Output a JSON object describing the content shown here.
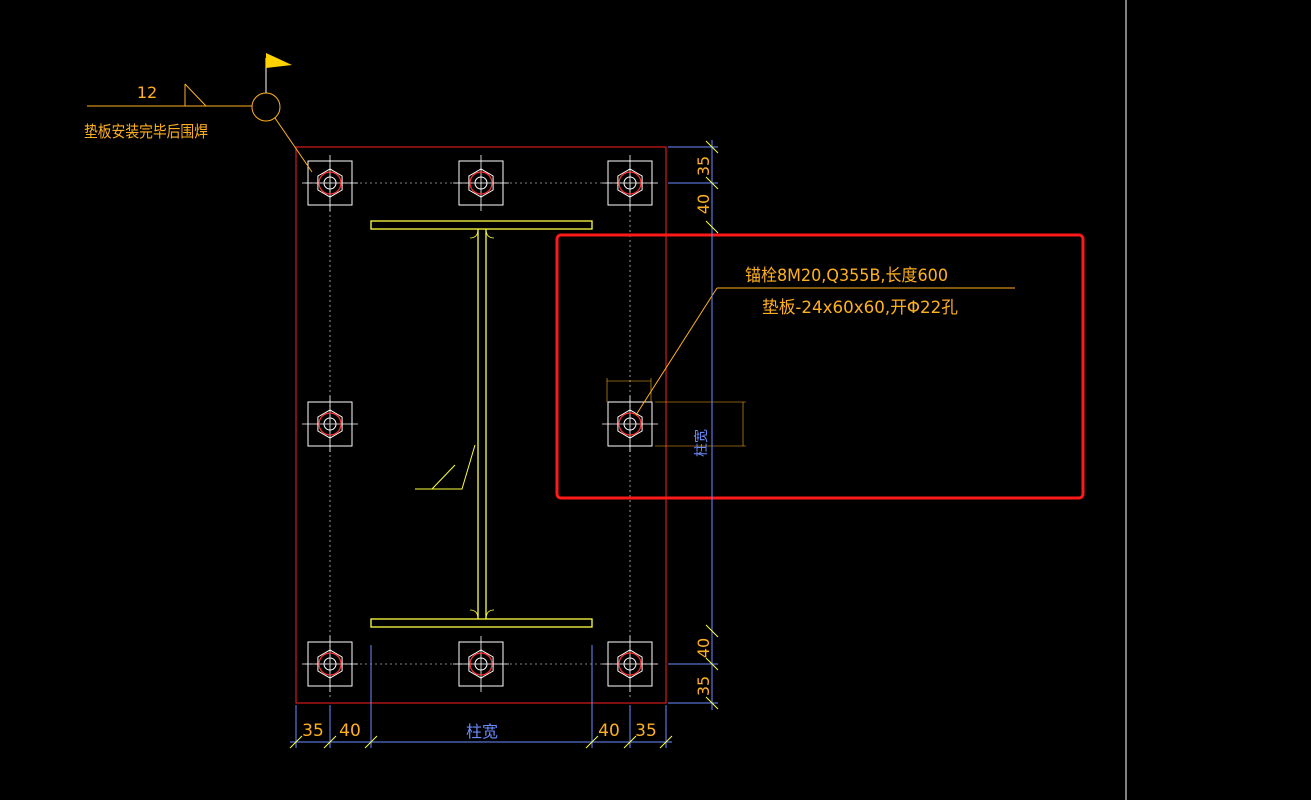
{
  "weld_note": {
    "weld_size": "12",
    "note": "垫板安装完毕后围焊"
  },
  "anchor_note": {
    "line1": "锚栓8M20,Q355B,长度600",
    "line2": "垫板-24x60x60,开Φ22孔"
  },
  "dims_right": {
    "top_edge": "35",
    "top_gap": "40",
    "bottom_gap": "40",
    "bottom_edge": "35",
    "span": "柱宽"
  },
  "dims_bottom": {
    "left_edge": "35",
    "left_gap": "40",
    "span": "柱宽",
    "right_gap": "40",
    "right_edge": "35"
  },
  "colors": {
    "background": "#000000",
    "plate_outline": "#ff2020",
    "highlight_box": "#ff1a1a",
    "annotation": "#ffb020",
    "section": "#ffff40",
    "dimension": "#6a8cff",
    "entity": "#ffffff",
    "bolt_ring": "#ff3030"
  }
}
